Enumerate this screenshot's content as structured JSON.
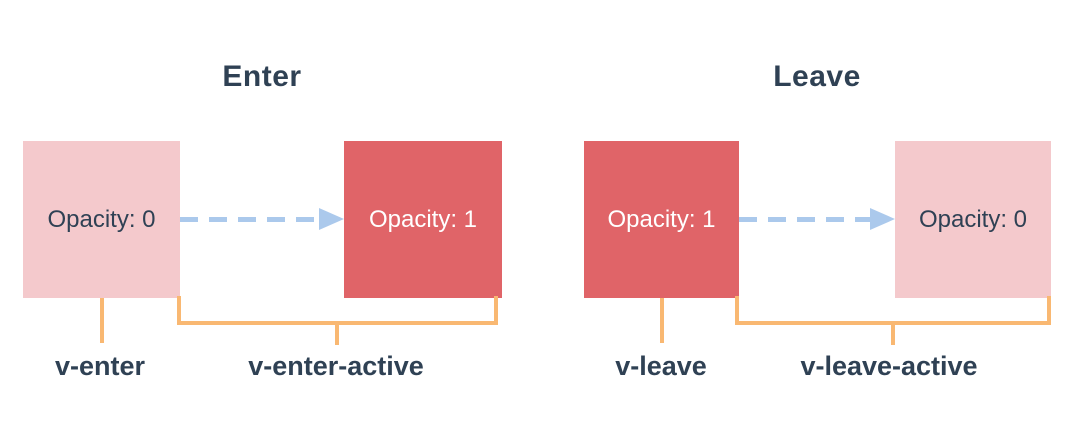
{
  "colors": {
    "pink": "#f4c9cc",
    "red": "#e06468",
    "orange": "#f9b872",
    "blue": "#abc9ec",
    "text_dark": "#2f4154",
    "text_light": "#ffffff"
  },
  "enter": {
    "title": "Enter",
    "start_box": {
      "label": "Opacity: 0"
    },
    "end_box": {
      "label": "Opacity: 1"
    },
    "stem_label": "v-enter",
    "bracket_label": "v-enter-active"
  },
  "leave": {
    "title": "Leave",
    "start_box": {
      "label": "Opacity: 1"
    },
    "end_box": {
      "label": "Opacity: 0"
    },
    "stem_label": "v-leave",
    "bracket_label": "v-leave-active"
  }
}
